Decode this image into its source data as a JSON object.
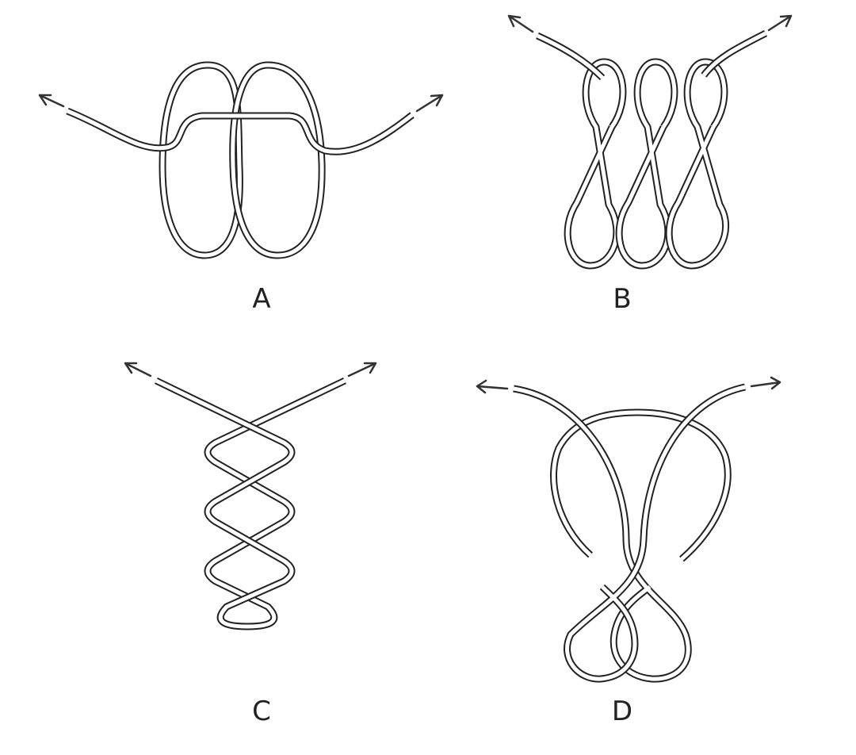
{
  "figure": {
    "panels": [
      {
        "label": "A"
      },
      {
        "label": "B"
      },
      {
        "label": "C"
      },
      {
        "label": "D"
      }
    ]
  }
}
